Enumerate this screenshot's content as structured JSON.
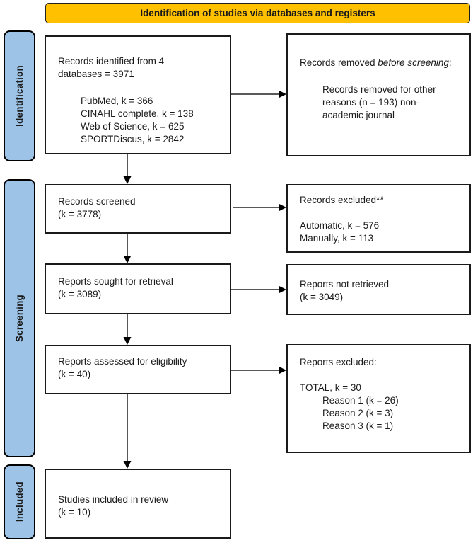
{
  "banner": {
    "title": "Identification of studies via databases and registers"
  },
  "sidebar": {
    "identification": "Identification",
    "screening": "Screening",
    "included": "Included"
  },
  "boxes": {
    "records_identified": {
      "heading_line1": "Records identified from 4",
      "heading_line2": "databases = 3971",
      "items": [
        "PubMed, k = 366",
        "CINAHL complete, k = 138",
        "Web of Science, k = 625",
        "SPORTDiscus, k = 2842"
      ]
    },
    "records_removed": {
      "normal_prefix": "Records removed ",
      "italic_text": "before screening",
      "normal_suffix": ":",
      "detail": "Records removed for other reasons (n = 193) non-academic journal"
    },
    "records_screened": {
      "line1": "Records screened",
      "line2": "(k = 3778)"
    },
    "records_excluded": {
      "heading": "Records excluded**",
      "items": [
        "Automatic, k = 576",
        "Manually, k = 113"
      ]
    },
    "reports_sought": {
      "line1": "Reports sought for retrieval",
      "line2": "(k = 3089)"
    },
    "reports_not_retrieved": {
      "line1": "Reports not retrieved",
      "line2": "(k = 3049)"
    },
    "reports_assessed": {
      "line1": "Reports assessed for eligibility",
      "line2": "(k = 40)"
    },
    "reports_excluded": {
      "heading": "Reports excluded:",
      "total": "TOTAL, k = 30",
      "reasons": [
        "Reason 1 (k = 26)",
        "Reason 2 (k = 3)",
        "Reason 3 (k = 1)"
      ]
    },
    "studies_included": {
      "line1": "Studies included in review",
      "line2": "(k = 10)"
    }
  },
  "colors": {
    "banner": "#FFC000",
    "sidebar": "#9DC3E6",
    "border": "#1a1a1a",
    "arrow_line": "#595959",
    "arrow_head": "#000000"
  }
}
